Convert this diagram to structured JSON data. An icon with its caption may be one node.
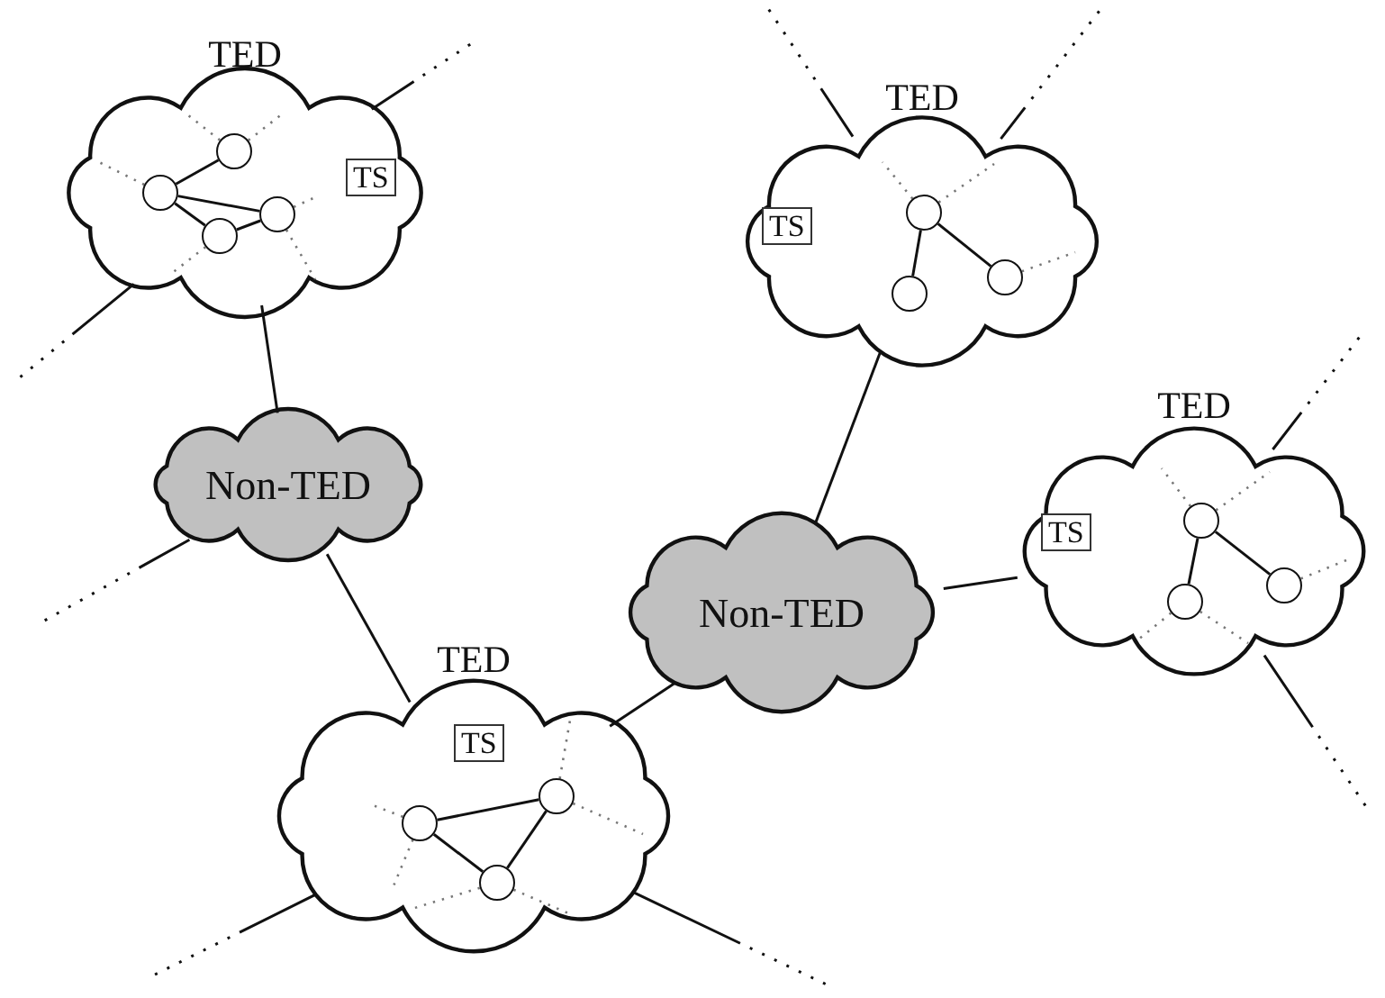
{
  "diagram": {
    "nodes": [
      {
        "text": [
          "TED"
        ]
      },
      {
        "text": [
          "TS"
        ],
        "in": 0
      },
      {
        "text": [],
        "shape": "circle",
        "in": 0
      },
      {
        "text": [],
        "shape": "circle",
        "in": 0
      },
      {
        "text": [],
        "shape": "circle",
        "in": 0
      },
      {
        "text": [],
        "shape": "circle",
        "in": 0
      },
      {
        "text": [
          "TED"
        ]
      },
      {
        "text": [
          "TS"
        ],
        "in": 6
      },
      {
        "text": [],
        "shape": "circle",
        "in": 6
      },
      {
        "text": [],
        "shape": "circle",
        "in": 6
      },
      {
        "text": [],
        "shape": "circle",
        "in": 6
      },
      {
        "text": [
          "Non-TED"
        ]
      },
      {
        "text": [
          "Non-TED"
        ]
      },
      {
        "text": [
          "TED"
        ]
      },
      {
        "text": [
          "TS"
        ],
        "in": 13
      },
      {
        "text": [],
        "shape": "circle",
        "in": 13
      },
      {
        "text": [],
        "shape": "circle",
        "in": 13
      },
      {
        "text": [],
        "shape": "circle",
        "in": 13
      },
      {
        "text": [
          "TED"
        ]
      },
      {
        "text": [
          "TS"
        ],
        "in": 18
      },
      {
        "text": [],
        "shape": "circle",
        "in": 18
      },
      {
        "text": [],
        "shape": "circle",
        "in": 18
      },
      {
        "text": [],
        "shape": "circle",
        "in": 18
      }
    ],
    "edges": [
      {
        "from": 0,
        "to": 11,
        "arrow": "none"
      },
      {
        "from": 11,
        "to": 18,
        "arrow": "none"
      },
      {
        "from": 18,
        "to": 12,
        "arrow": "none"
      },
      {
        "from": 12,
        "to": 6,
        "arrow": "none"
      },
      {
        "from": 12,
        "to": 13,
        "arrow": "none"
      },
      {
        "from": 0,
        "to": null,
        "arrow": "none",
        "style": "dashed"
      },
      {
        "from": 0,
        "to": null,
        "arrow": "none",
        "style": "dashed"
      },
      {
        "from": 11,
        "to": null,
        "arrow": "none",
        "style": "dashed"
      },
      {
        "from": 6,
        "to": null,
        "arrow": "none",
        "style": "dashed"
      },
      {
        "from": 6,
        "to": null,
        "arrow": "none",
        "style": "dashed"
      },
      {
        "from": 13,
        "to": null,
        "arrow": "none",
        "style": "dashed"
      },
      {
        "from": 13,
        "to": null,
        "arrow": "none",
        "style": "dashed"
      },
      {
        "from": 18,
        "to": null,
        "arrow": "none",
        "style": "dashed"
      },
      {
        "from": 18,
        "to": null,
        "arrow": "none",
        "style": "dashed"
      },
      {
        "from": 3,
        "to": 2,
        "arrow": "none"
      },
      {
        "from": 3,
        "to": 5,
        "arrow": "none"
      },
      {
        "from": 3,
        "to": 4,
        "arrow": "none"
      },
      {
        "from": 4,
        "to": 5,
        "arrow": "none"
      },
      {
        "from": 8,
        "to": 9,
        "arrow": "none"
      },
      {
        "from": 8,
        "to": 10,
        "arrow": "none"
      },
      {
        "from": 15,
        "to": 16,
        "arrow": "none"
      },
      {
        "from": 15,
        "to": 17,
        "arrow": "none"
      },
      {
        "from": 20,
        "to": 21,
        "arrow": "none"
      },
      {
        "from": 20,
        "to": 22,
        "arrow": "none"
      },
      {
        "from": 22,
        "to": 21,
        "arrow": "none"
      },
      {
        "from": 2,
        "to": null,
        "arrow": "none",
        "style": "dashed",
        "color": "#777777"
      },
      {
        "from": 2,
        "to": null,
        "arrow": "none",
        "style": "dashed",
        "color": "#777777"
      },
      {
        "from": 3,
        "to": null,
        "arrow": "none",
        "style": "dashed",
        "color": "#777777"
      },
      {
        "from": 5,
        "to": null,
        "arrow": "none",
        "style": "dashed",
        "color": "#777777"
      },
      {
        "from": 5,
        "to": null,
        "arrow": "none",
        "style": "dashed",
        "color": "#777777"
      },
      {
        "from": 4,
        "to": null,
        "arrow": "none",
        "style": "dashed",
        "color": "#777777"
      },
      {
        "from": 8,
        "to": null,
        "arrow": "none",
        "style": "dashed",
        "color": "#777777"
      },
      {
        "from": 8,
        "to": null,
        "arrow": "none",
        "style": "dashed",
        "color": "#777777"
      },
      {
        "from": 10,
        "to": null,
        "arrow": "none",
        "style": "dashed",
        "color": "#777777"
      },
      {
        "from": 15,
        "to": null,
        "arrow": "none",
        "style": "dashed",
        "color": "#777777"
      },
      {
        "from": 15,
        "to": null,
        "arrow": "none",
        "style": "dashed",
        "color": "#777777"
      },
      {
        "from": 17,
        "to": null,
        "arrow": "none",
        "style": "dashed",
        "color": "#777777"
      },
      {
        "from": 16,
        "to": null,
        "arrow": "none",
        "style": "dashed",
        "color": "#777777"
      },
      {
        "from": 16,
        "to": null,
        "arrow": "none",
        "style": "dashed",
        "color": "#777777"
      },
      {
        "from": 20,
        "to": null,
        "arrow": "none",
        "style": "dashed",
        "color": "#777777"
      },
      {
        "from": 20,
        "to": null,
        "arrow": "none",
        "style": "dashed",
        "color": "#777777"
      },
      {
        "from": 21,
        "to": null,
        "arrow": "none",
        "style": "dashed",
        "color": "#777777"
      },
      {
        "from": 21,
        "to": null,
        "arrow": "none",
        "style": "dashed",
        "color": "#777777"
      },
      {
        "from": 22,
        "to": null,
        "arrow": "none",
        "style": "dashed",
        "color": "#777777"
      },
      {
        "from": 22,
        "to": null,
        "arrow": "none",
        "style": "dashed",
        "color": "#777777"
      }
    ]
  }
}
